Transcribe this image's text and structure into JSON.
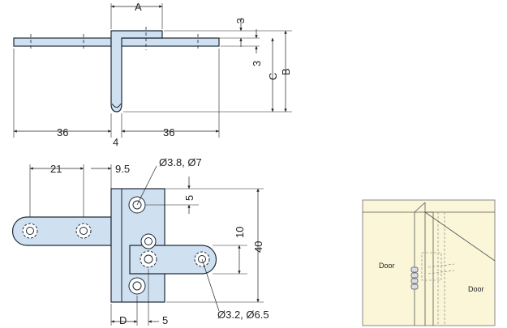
{
  "top_view": {
    "dim_A": "A",
    "dim_B": "B",
    "dim_C": "C",
    "dim_3_top": "3",
    "dim_3_mid": "3",
    "dim_36_left": "36",
    "dim_36_right": "36",
    "dim_4": "4"
  },
  "front_view": {
    "dim_21": "21",
    "dim_9_5": "9.5",
    "hole_large": "Ø3.8, Ø7",
    "dim_5_right": "5",
    "dim_10": "10",
    "dim_40": "40",
    "hole_small": "Ø3.2, Ø6.5",
    "dim_D": "D",
    "dim_5_bottom": "5"
  },
  "illustration": {
    "door_left": "Door",
    "door_right": "Door"
  },
  "colors": {
    "part_fill": "#cfe0f0",
    "part_stroke": "#1e2a38",
    "hole_fill": "#ffffff",
    "illustration_fill": "#fbf6d8",
    "illustration_border": "#8a8a8a"
  }
}
